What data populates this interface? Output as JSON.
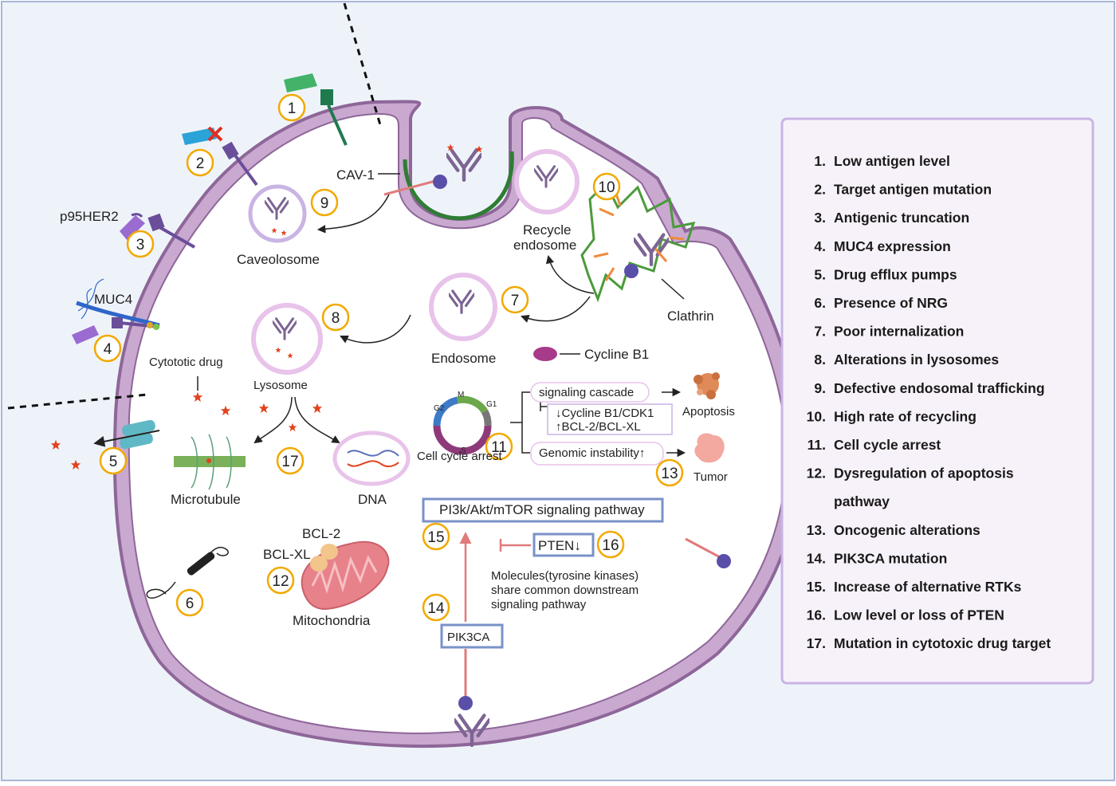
{
  "diagram": {
    "badges": [
      "1",
      "2",
      "3",
      "4",
      "5",
      "6",
      "7",
      "8",
      "9",
      "10",
      "11",
      "12",
      "13",
      "14",
      "15",
      "16",
      "17"
    ],
    "labels": {
      "p95her2": "p95HER2",
      "muc4": "MUC4",
      "cav1": "CAV-1",
      "caveolosome": "Caveolosome",
      "recycle_endosome": "Recycle endosome",
      "clathrin": "Clathrin",
      "endosome": "Endosome",
      "lysosome": "Lysosome",
      "cytotoxic_drug": "Cytototic drug",
      "cycline_b1": "Cycline B1",
      "microtubule": "Microtubule",
      "dna": "DNA",
      "cell_cycle_arrest": "Cell cycle arrest",
      "signaling_cascade": "signaling cascade",
      "cdk_line1": "↓Cycline B1/CDK1",
      "cdk_line2": "↑BCL-2/BCL-XL",
      "genomic_instability": "Genomic instability↑",
      "apoptosis": "Apoptosis",
      "tumor": "Tumor",
      "pathway": "PI3k/Akt/mTOR signaling pathway",
      "pten": "PTEN↓",
      "molecules_1": "Molecules(tyrosine kinases)",
      "molecules_2": "share common downstream",
      "molecules_3": "signaling pathway",
      "pik3ca": "PIK3CA",
      "bcl2": "BCL-2",
      "bclxl": "BCL-XL",
      "mitochondria": "Mitochondria",
      "phase_m": "M",
      "phase_g1": "G1",
      "phase_g2": "G2",
      "phase_s": "S"
    },
    "colors": {
      "membrane": "#8e6699",
      "membrane_light": "#c9a9cf",
      "caveolin": "#2f7d34",
      "clathrin": "#4b9a3c",
      "badge": "#f2a900",
      "background": "#eef3fa",
      "antibody": "#7c6593",
      "drug": "#e2421d"
    }
  },
  "legend": {
    "items": [
      {
        "num": "1.",
        "text": "Low antigen level"
      },
      {
        "num": "2.",
        "text": "Target antigen mutation"
      },
      {
        "num": "3.",
        "text": "Antigenic truncation"
      },
      {
        "num": "4.",
        "text": "MUC4 expression"
      },
      {
        "num": "5.",
        "text": "Drug efflux pumps"
      },
      {
        "num": "6.",
        "text": "Presence of NRG"
      },
      {
        "num": "7.",
        "text": "Poor internalization"
      },
      {
        "num": "8.",
        "text": "Alterations in lysosomes"
      },
      {
        "num": "9.",
        "text": "Defective endosomal trafficking"
      },
      {
        "num": "10.",
        "text": "High rate of recycling"
      },
      {
        "num": "11.",
        "text": "Cell cycle arrest"
      },
      {
        "num": "12.",
        "text": "Dysregulation of apoptosis"
      },
      {
        "num": "",
        "text": "pathway"
      },
      {
        "num": "13.",
        "text": "Oncogenic alterations"
      },
      {
        "num": "14.",
        "text": "PIK3CA mutation"
      },
      {
        "num": "15.",
        "text": "Increase of alternative RTKs"
      },
      {
        "num": "16.",
        "text": "Low level or loss of PTEN"
      },
      {
        "num": "17.",
        "text": "Mutation in cytotoxic drug target"
      }
    ]
  }
}
